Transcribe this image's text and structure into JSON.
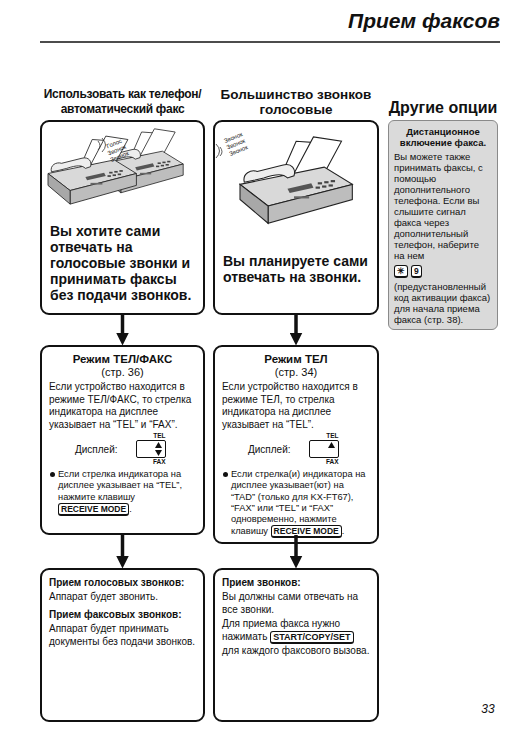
{
  "diagram": {
    "title": "Прием факсов",
    "nodes": [
      {
        "text": [
          "Использовать как телефон/ автоматический факс",
          "Вы хотите сами отвечать на голосовые звонки и принимать факсы без подачи звонков."
        ]
      },
      {
        "text": [
          "Большинство звонков голосовые",
          "Вы планируете сами отвечать на звонки."
        ]
      },
      {
        "text": [
          "Другие опции",
          "Дистанционное включение факса.",
          "Вы можете также принимать факсы, с помощью дополнительного телефона. Если вы слышите сигнал факса через дополнительный телефон, наберите на нем",
          "✳",
          "9",
          "(предустановленный код активации факса) для начала приема факса (стр. 38)."
        ]
      },
      {
        "text": [
          "Режим ТЕЛ/ФАКС",
          "(стр. 36)",
          "Если устройство находится в режиме ТЕЛ/ФАКС, то стрелка индикатора на дисплее указывает на “TEL” и “FAX”.",
          "Дисплей:",
          "TEL",
          "FAX",
          "Если стрелка индикатора на дисплее указывает на “TEL”, нажмите клавишу",
          "RECEIVE MODE",
          "."
        ]
      },
      {
        "text": [
          "Режим ТЕЛ",
          "(стр. 34)",
          "Если устройство находится в режиме ТЕЛ, то стрелка индикатора на дисплее указывает на “TEL”.",
          "Дисплей:",
          "TEL",
          "FAX",
          "Если стрелка(и) индикатора на дисплее указывает(ют) на “TAD” (только для KX-FT67), “FAX” или “TEL” и “FAX” одновременно, нажмите клавишу",
          "RECEIVE MODE",
          "."
        ]
      },
      {
        "text": [
          "Прием голосовых звонков:",
          "Аппарат будет звонить.",
          "Прием факсовых звонков:",
          "Аппарат будет принимать документы без подачи звонков."
        ]
      },
      {
        "text": [
          "Прием звонков:",
          "Вы должны сами отвечать на все звонки.",
          "Для приема факса нужно нажимать",
          "START/COPY/SET",
          "для каждого факсового вызова."
        ]
      }
    ],
    "edges": [
      {
        "from": 0,
        "to": 3,
        "arrow": "to"
      },
      {
        "from": 3,
        "to": 5,
        "arrow": "to"
      },
      {
        "from": 1,
        "to": 4,
        "arrow": "to"
      },
      {
        "from": 4,
        "to": 6,
        "arrow": "to"
      }
    ],
    "labels": [
      "Голос Звонок Звонок",
      "Звонок Звонок Звонок",
      "33"
    ]
  }
}
